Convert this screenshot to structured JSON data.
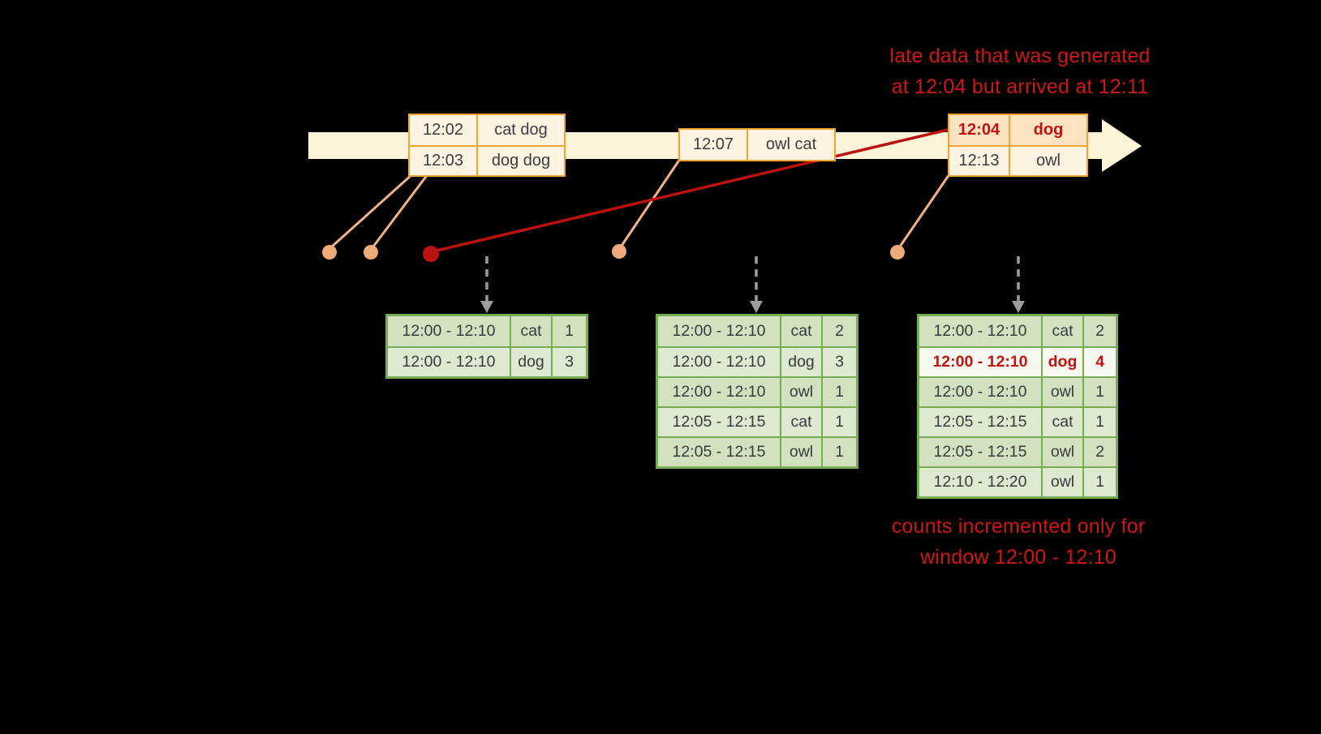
{
  "annotations": {
    "late_data": {
      "line1": "late data that was generated",
      "line2": "at 12:04 but arrived at 12:11"
    },
    "counts": {
      "line1": "counts incremented only for",
      "line2": "window 12:00 - 12:10"
    }
  },
  "timeline": {
    "events": [
      {
        "rows": [
          {
            "time": "12:02",
            "words": "cat dog"
          },
          {
            "time": "12:03",
            "words": "dog dog"
          }
        ]
      },
      {
        "rows": [
          {
            "time": "12:07",
            "words": "owl cat"
          }
        ]
      },
      {
        "rows": [
          {
            "time": "12:04",
            "words": "dog",
            "late": true
          },
          {
            "time": "12:13",
            "words": "owl"
          }
        ]
      }
    ]
  },
  "result_tables": [
    {
      "rows": [
        {
          "window": "12:00 - 12:10",
          "word": "cat",
          "count": "1"
        },
        {
          "window": "12:00 - 12:10",
          "word": "dog",
          "count": "3"
        }
      ]
    },
    {
      "rows": [
        {
          "window": "12:00 - 12:10",
          "word": "cat",
          "count": "2"
        },
        {
          "window": "12:00 - 12:10",
          "word": "dog",
          "count": "3"
        },
        {
          "window": "12:00 - 12:10",
          "word": "owl",
          "count": "1"
        },
        {
          "window": "12:05 - 12:15",
          "word": "cat",
          "count": "1"
        },
        {
          "window": "12:05 - 12:15",
          "word": "owl",
          "count": "1"
        }
      ]
    },
    {
      "rows": [
        {
          "window": "12:00 - 12:10",
          "word": "cat",
          "count": "2"
        },
        {
          "window": "12:00 - 12:10",
          "word": "dog",
          "count": "4",
          "highlight": true
        },
        {
          "window": "12:00 - 12:10",
          "word": "owl",
          "count": "1"
        },
        {
          "window": "12:05 - 12:15",
          "word": "cat",
          "count": "1"
        },
        {
          "window": "12:05 - 12:15",
          "word": "owl",
          "count": "2"
        },
        {
          "window": "12:10 - 12:20",
          "word": "owl",
          "count": "1"
        }
      ]
    }
  ],
  "colors": {
    "background": "#000000",
    "timeline_arrow": "#fcf4d8",
    "event_border": "#f0a532",
    "event_fill": "#fdf3e2",
    "late_event_fill": "#fbe2c0",
    "table_border": "#76ad52",
    "table_fill_odd": "#d2e2c1",
    "table_fill_even": "#ddead1",
    "highlight_fill": "#f6f9f0",
    "red_accent": "#c41212",
    "salmon": "#f0b287",
    "dashed_arrow_gray": "#9c9c9c"
  }
}
